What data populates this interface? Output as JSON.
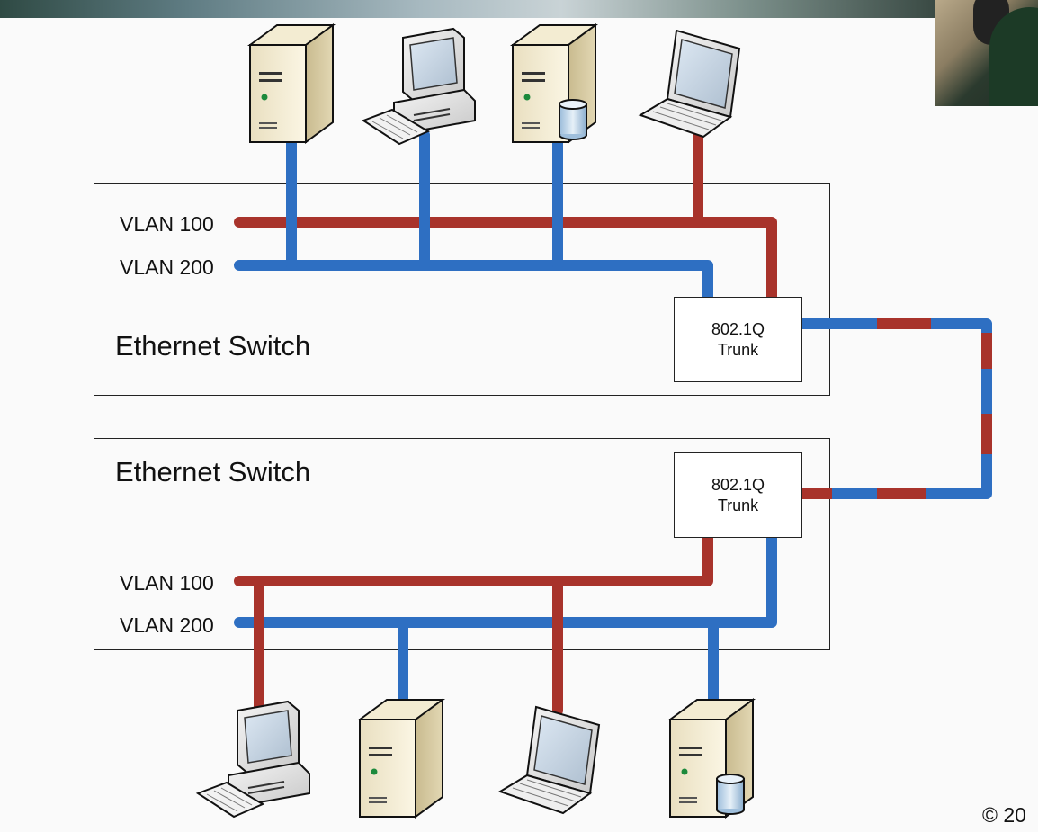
{
  "diagram": {
    "top_switch": {
      "title": "Ethernet Switch",
      "vlan_a": "VLAN 100",
      "vlan_b": "VLAN 200",
      "trunk_line1": "802.1Q",
      "trunk_line2": "Trunk"
    },
    "bottom_switch": {
      "title": "Ethernet Switch",
      "vlan_a": "VLAN 100",
      "vlan_b": "VLAN 200",
      "trunk_line1": "802.1Q",
      "trunk_line2": "Trunk"
    },
    "colors": {
      "vlan_100": "#a8332b",
      "vlan_200": "#2e6fc2"
    },
    "top_devices": [
      "server-icon",
      "desktop-computer-icon",
      "database-server-icon",
      "laptop-icon"
    ],
    "bottom_devices": [
      "desktop-computer-icon",
      "server-icon",
      "laptop-icon",
      "database-server-icon"
    ]
  },
  "footer": {
    "copyright": "© 20"
  }
}
